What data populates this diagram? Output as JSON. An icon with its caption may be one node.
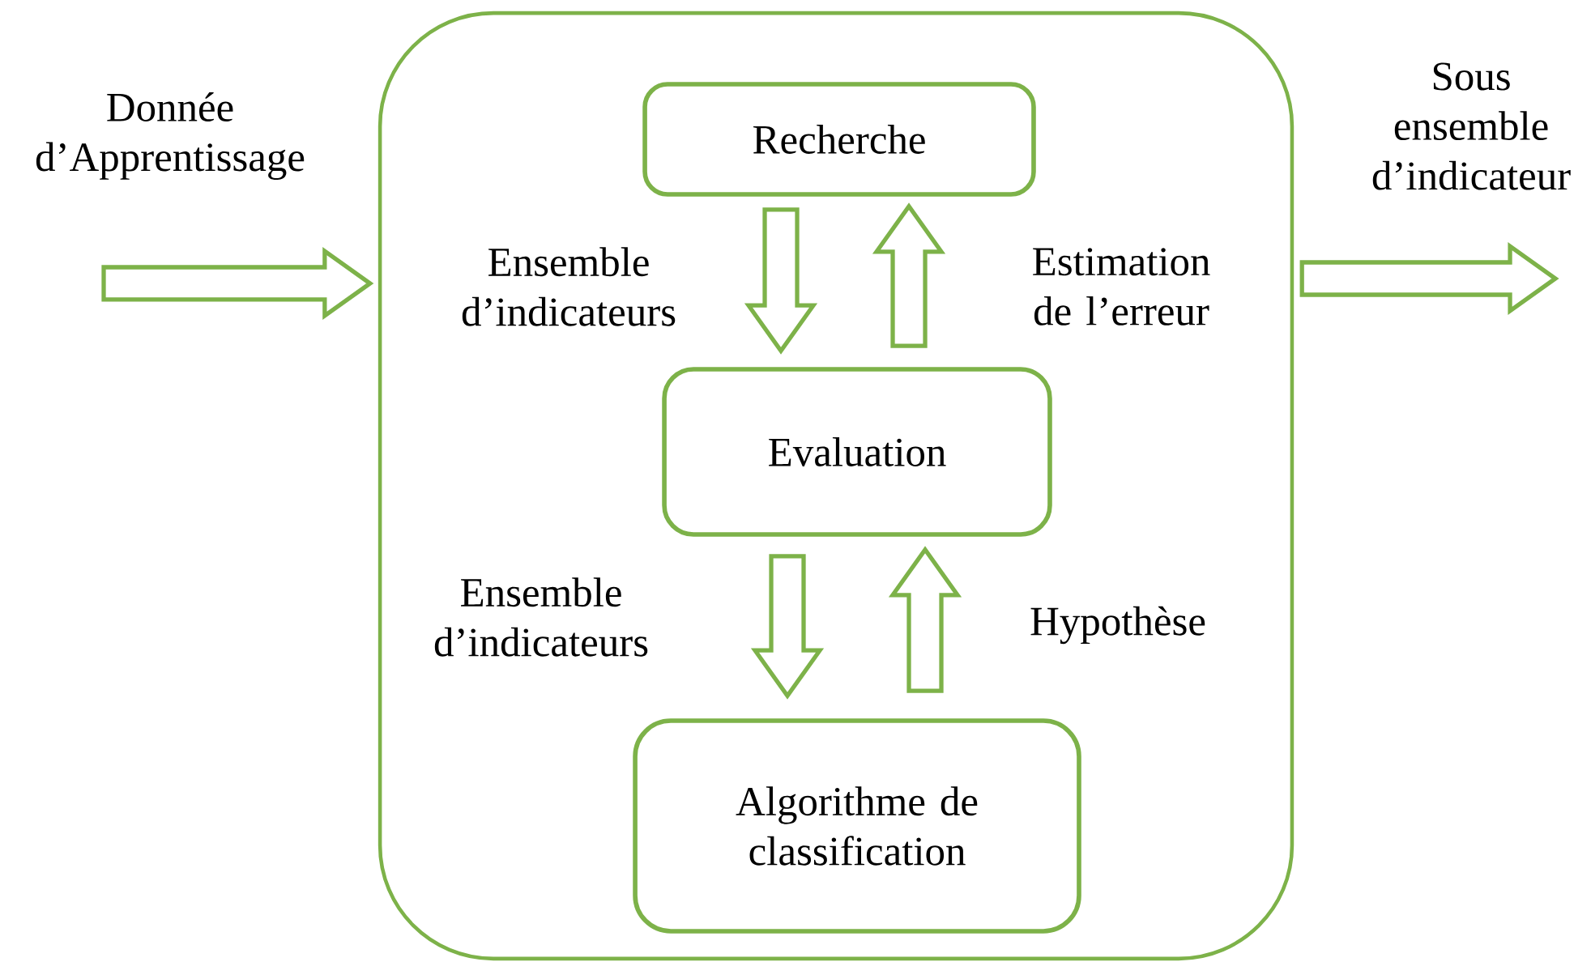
{
  "diagram": {
    "nodes": [
      {
        "text": [],
        "shape": "box"
      },
      {
        "text": [
          "Recherche"
        ],
        "in": 0
      },
      {
        "text": [
          "Evaluation"
        ],
        "in": 0
      },
      {
        "text": [
          "Algorithme de classification"
        ],
        "in": 0
      }
    ],
    "edges": [
      {
        "from": null,
        "to": 0,
        "arrow": "to",
        "label": "Donnée d’Apprentissage"
      },
      {
        "from": 1,
        "to": 2,
        "arrow": "to",
        "label": "Ensemble d’indicateurs"
      },
      {
        "from": 2,
        "to": 1,
        "arrow": "to",
        "label": "Estimation de l’erreur"
      },
      {
        "from": 2,
        "to": 3,
        "arrow": "to",
        "label": "Ensemble d’indicateurs"
      },
      {
        "from": 3,
        "to": 2,
        "arrow": "to",
        "label": "Hypothèse"
      },
      {
        "from": 0,
        "to": null,
        "arrow": "to",
        "label": "Sous ensemble d’indicateur"
      }
    ]
  }
}
